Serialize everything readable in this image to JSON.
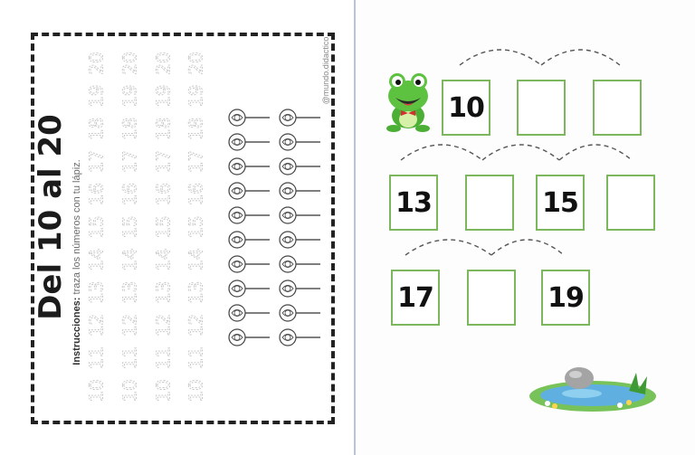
{
  "left_sheet": {
    "title": "Del 10 al 20",
    "instructions_label": "Instrucciones:",
    "instructions_text": "traza los números con tu lápiz.",
    "credit": "@mundo.didactico",
    "trace_rows": [
      [
        "10",
        "11",
        "12",
        "13",
        "14",
        "15",
        "16",
        "17",
        "18",
        "19",
        "20"
      ],
      [
        "10",
        "11",
        "12",
        "13",
        "14",
        "15",
        "16",
        "17",
        "18",
        "19",
        "20"
      ],
      [
        "10",
        "11",
        "12",
        "13",
        "14",
        "15",
        "16",
        "17",
        "18",
        "19",
        "20"
      ],
      [
        "10",
        "11",
        "12",
        "13",
        "14",
        "15",
        "16",
        "17",
        "18",
        "19",
        "20"
      ]
    ],
    "lollipop_rows": 10,
    "lollipop_cols": 2
  },
  "right_sheet": {
    "rows": [
      [
        "10",
        "",
        ""
      ],
      [
        "13",
        "",
        "15",
        ""
      ],
      [
        "17",
        "",
        "19"
      ]
    ],
    "icons": [
      "frog-icon",
      "pond-icon"
    ],
    "colors": {
      "box_border": "#7cb65d",
      "frog": "#4caf35",
      "pond": "#5fb0e0"
    }
  }
}
